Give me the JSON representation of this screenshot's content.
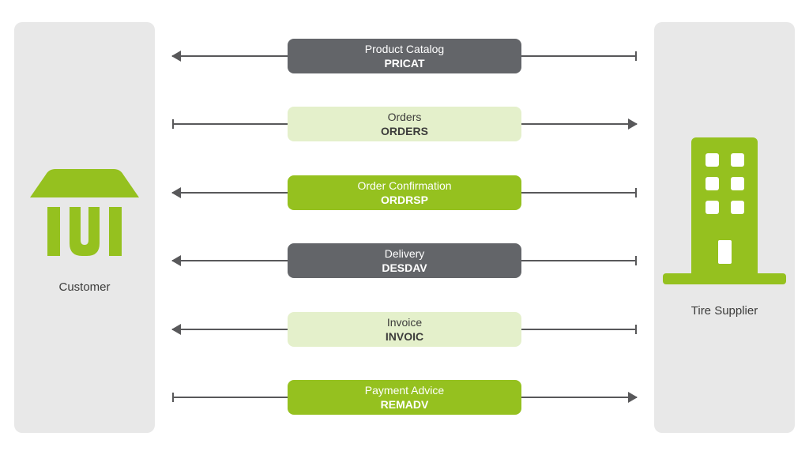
{
  "diagram": {
    "left_entity": {
      "label": "Customer",
      "icon": "store-icon"
    },
    "right_entity": {
      "label": "Tire Supplier",
      "icon": "building-icon"
    },
    "messages": [
      {
        "title": "Product Catalog",
        "code": "PRICAT",
        "style": "dark",
        "direction": "to-customer"
      },
      {
        "title": "Orders",
        "code": "ORDERS",
        "style": "light-green",
        "direction": "to-supplier"
      },
      {
        "title": "Order Confirmation",
        "code": "ORDRSP",
        "style": "green",
        "direction": "to-customer"
      },
      {
        "title": "Delivery",
        "code": "DESDAV",
        "style": "dark",
        "direction": "to-customer"
      },
      {
        "title": "Invoice",
        "code": "INVOIC",
        "style": "light-green",
        "direction": "to-customer"
      },
      {
        "title": "Payment Advice",
        "code": "REMADV",
        "style": "green",
        "direction": "to-supplier"
      }
    ],
    "colors": {
      "green": "#95c11f",
      "light_green": "#e4f0cb",
      "dark_gray": "#636569",
      "panel_gray": "#e8e8e8",
      "arrow": "#58585a"
    }
  }
}
